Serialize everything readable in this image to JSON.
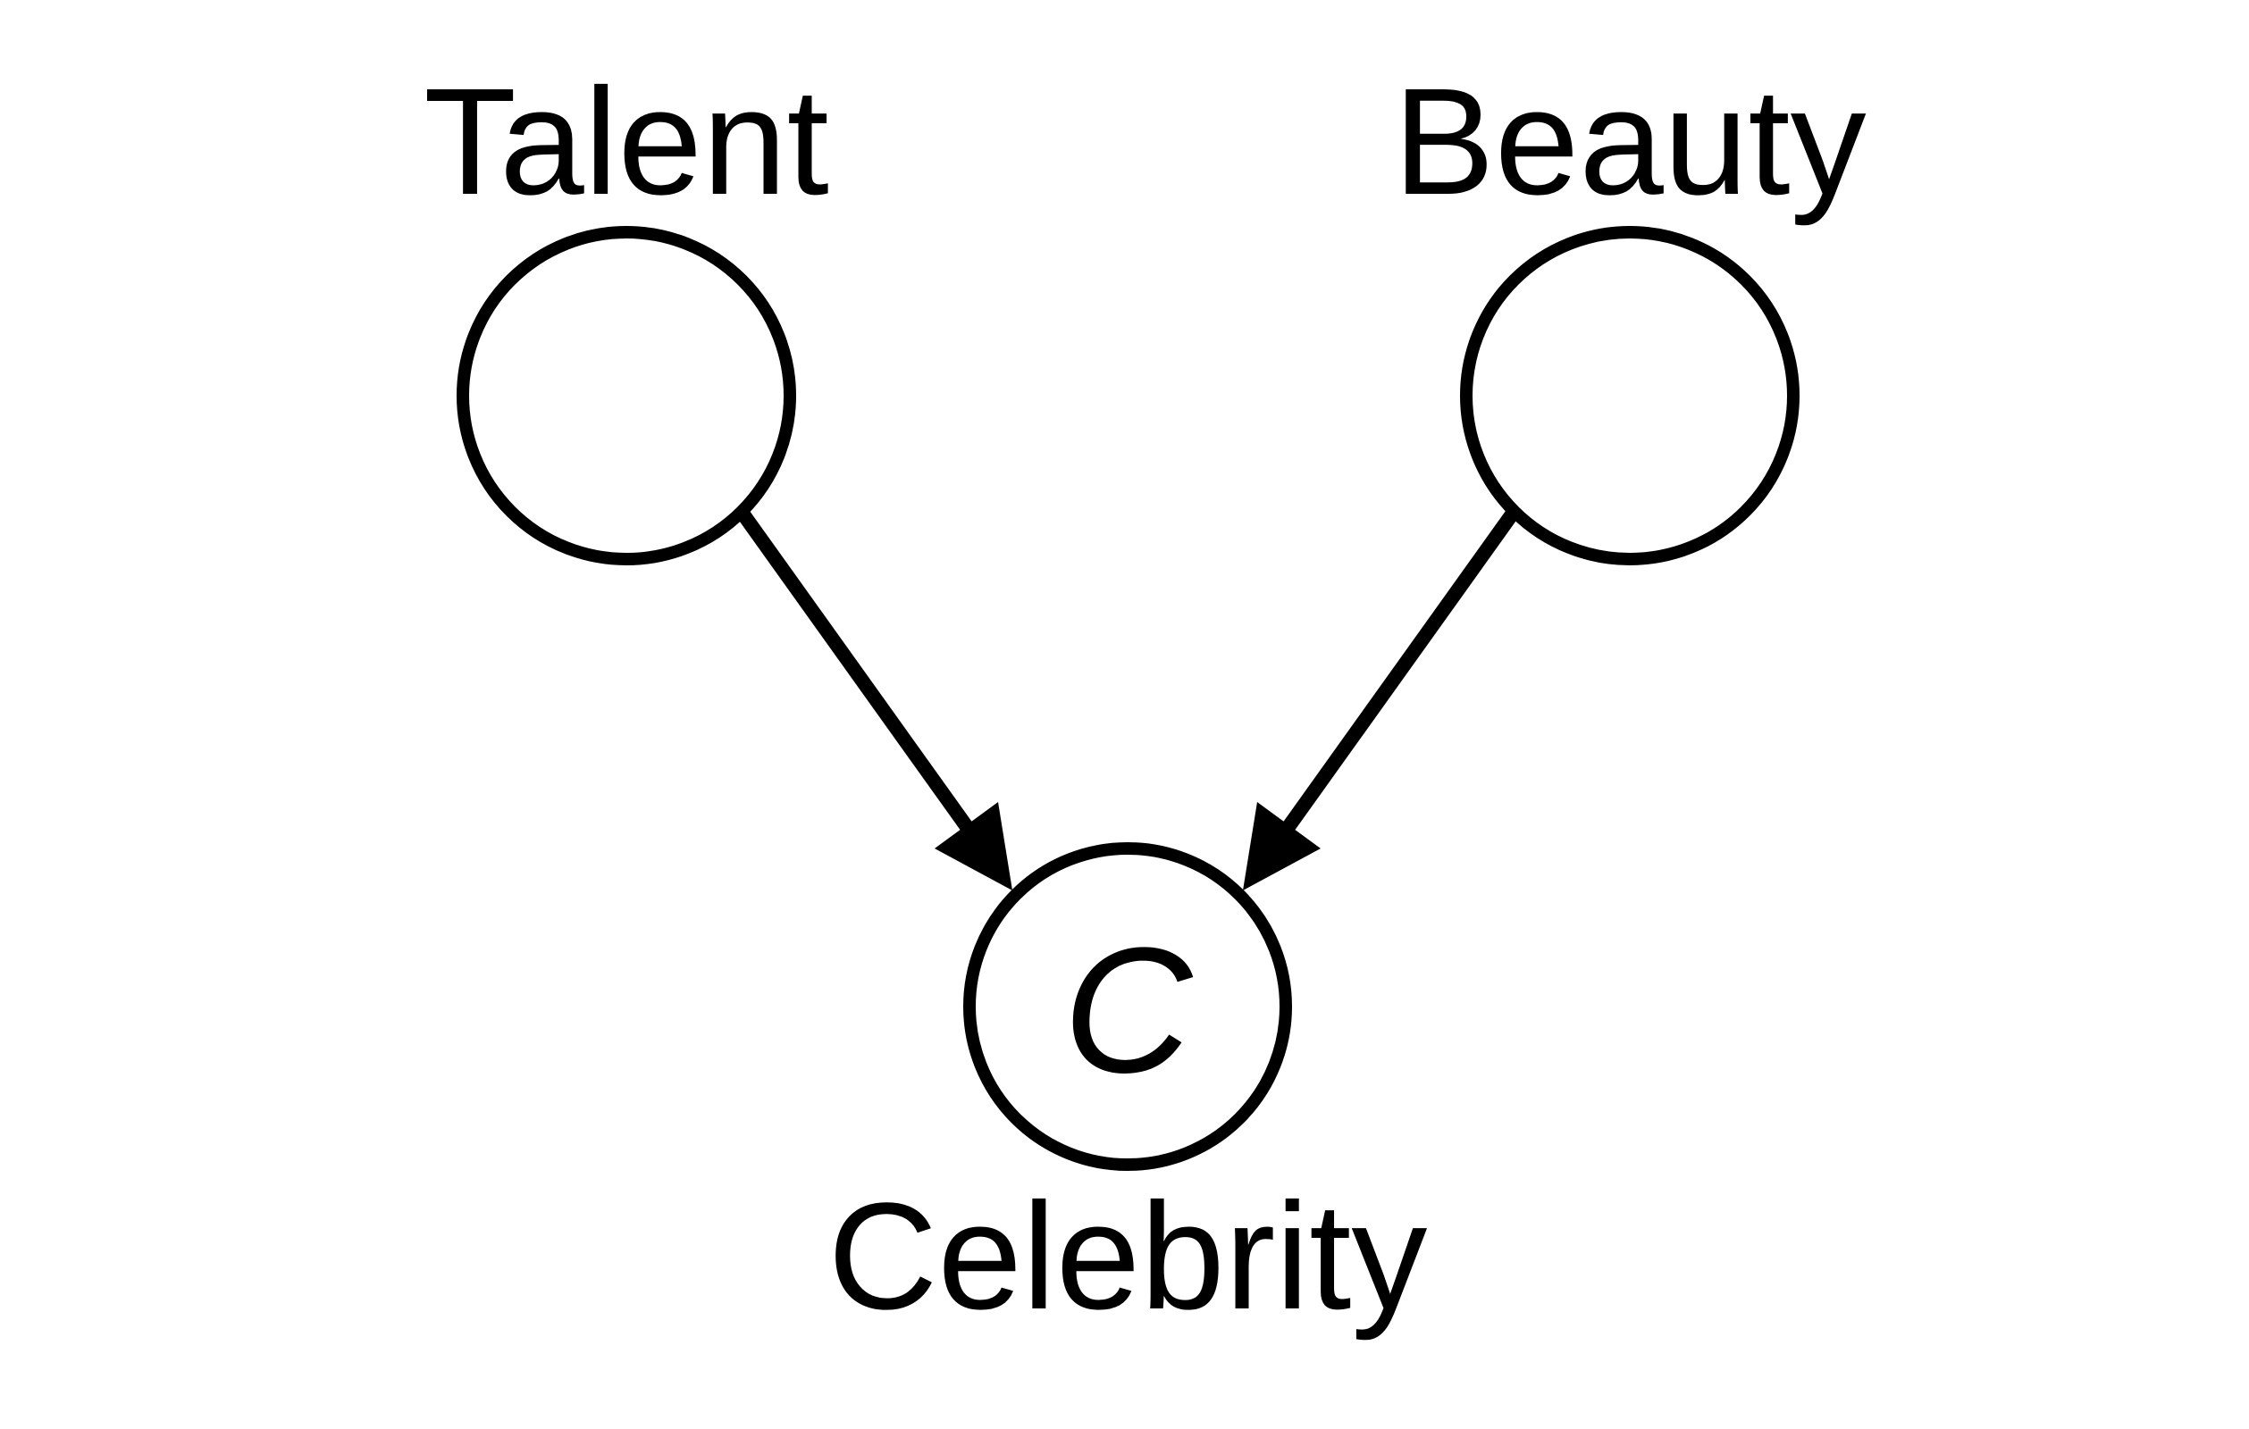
{
  "nodes": [
    {
      "id": "talent",
      "label": "Talent",
      "inner": ""
    },
    {
      "id": "beauty",
      "label": "Beauty",
      "inner": ""
    },
    {
      "id": "celebrity",
      "label": "Celebrity",
      "inner": "C"
    }
  ],
  "edges": [
    {
      "from": "talent",
      "to": "celebrity"
    },
    {
      "from": "beauty",
      "to": "celebrity"
    }
  ],
  "colors": {
    "stroke": "#000000",
    "fill": "#ffffff"
  }
}
